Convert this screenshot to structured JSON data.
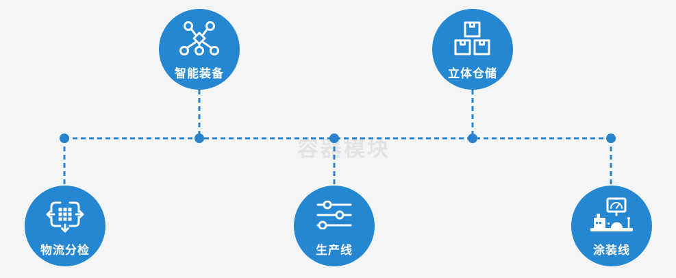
{
  "watermark": "容器模块",
  "colors": {
    "node_blue": "#2586d2",
    "connector_blue": "#2a82cd",
    "background": "#f4f5f6",
    "label_white": "#ffffff",
    "watermark_gray": "#e2e3e5"
  },
  "nodes": [
    {
      "id": "smart-equipment",
      "label": "智能装备",
      "icon": "network-nodes-icon",
      "row": "top"
    },
    {
      "id": "stereo-warehouse",
      "label": "立体仓储",
      "icon": "stacked-boxes-icon",
      "row": "top"
    },
    {
      "id": "logistics-sorting",
      "label": "物流分检",
      "icon": "sorting-arrows-icon",
      "row": "bottom"
    },
    {
      "id": "production-line",
      "label": "生产线",
      "icon": "sliders-icon",
      "row": "bottom"
    },
    {
      "id": "painting-line",
      "label": "涂装线",
      "icon": "control-station-icon",
      "row": "bottom"
    }
  ]
}
